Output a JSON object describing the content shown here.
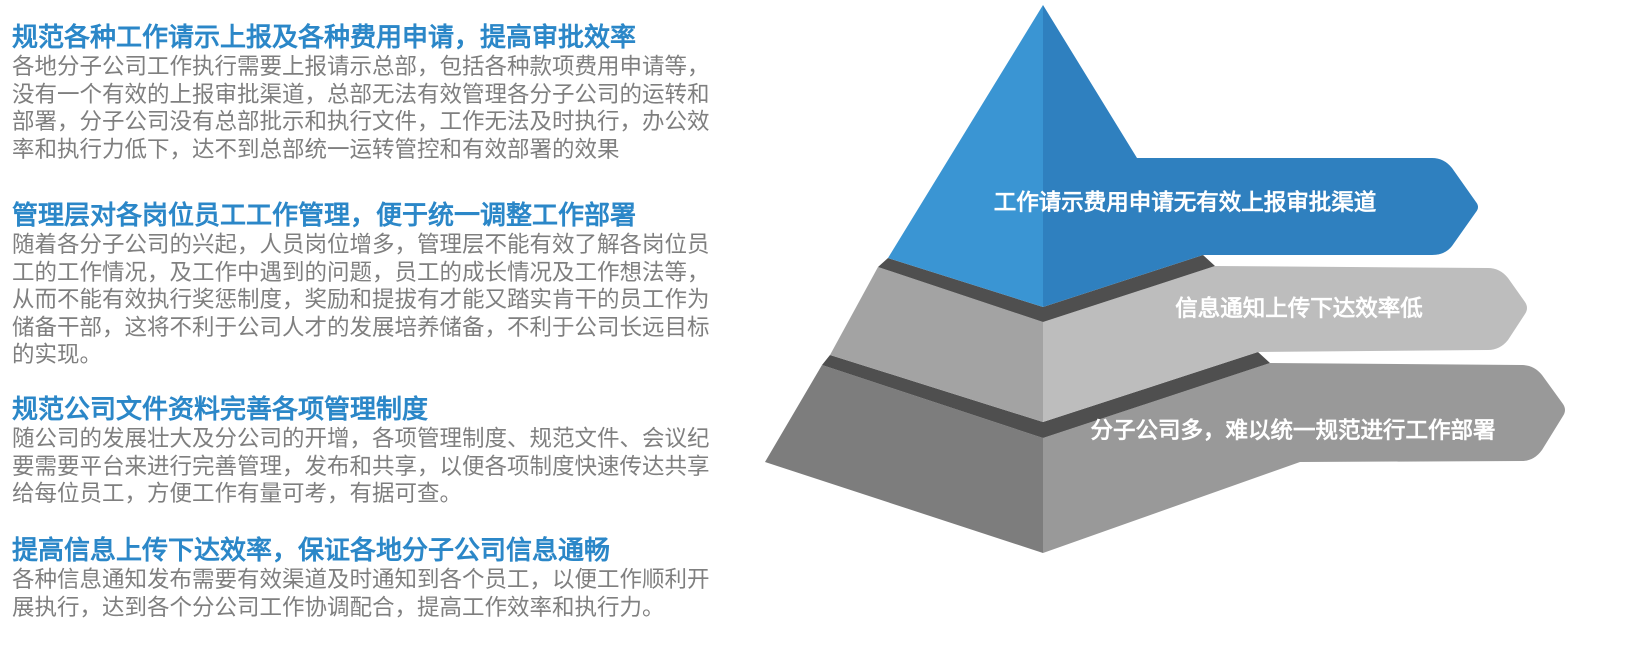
{
  "colors": {
    "heading": "#2b87c8",
    "body": "#7f7f7f",
    "banner_text": "#ffffff"
  },
  "sections": [
    {
      "title": "规范各种工作请示上报及各种费用申请，提高审批效率",
      "lines": [
        "各地分子公司工作执行需要上报请示总部，包括各种款项费用申请等，",
        "没有一个有效的上报审批渠道，总部无法有效管理各分子公司的运转和",
        "部署，分子公司没有总部批示和执行文件，工作无法及时执行，办公效",
        "率和执行力低下，达不到总部统一运转管控和有效部署的效果"
      ]
    },
    {
      "title": "管理层对各岗位员工工作管理，便于统一调整工作部署",
      "lines": [
        "随着各分子公司的兴起，人员岗位增多，管理层不能有效了解各岗位员",
        "工的工作情况，及工作中遇到的问题，员工的成长情况及工作想法等，",
        "从而不能有效执行奖惩制度，奖励和提拔有才能又踏实肯干的员工作为",
        "储备干部，这将不利于公司人才的发展培养储备，不利于公司长远目标",
        "的实现。"
      ]
    },
    {
      "title": "规范公司文件资料完善各项管理制度",
      "lines": [
        "随公司的发展壮大及分公司的开增，各项管理制度、规范文件、会议纪",
        "要需要平台来进行完善管理，发布和共享，以便各项制度快速传达共享",
        "给每位员工，方便工作有量可考，有据可查。"
      ]
    },
    {
      "title": "提高信息上传下达效率，保证各地分子公司信息通畅",
      "lines": [
        "各种信息通知发布需要有效渠道及时通知到各个员工，以便工作顺利开",
        "展执行，达到各个分公司工作协调配合，提高工作效率和执行力。"
      ]
    }
  ],
  "pyramid": {
    "levels": [
      {
        "label": "工作请示费用申请无有效上报审批渠道",
        "left_color": "#3a95d3",
        "right_color": "#2f80bf"
      },
      {
        "label": "信息通知上传下达效率低",
        "left_color": "#a3a3a3",
        "right_color": "#bdbdbd"
      },
      {
        "label": "分子公司多，难以统一规范进行工作部署",
        "left_color": "#7d7d7d",
        "right_color": "#999999"
      }
    ],
    "separator_color": "#4f4f4f"
  }
}
